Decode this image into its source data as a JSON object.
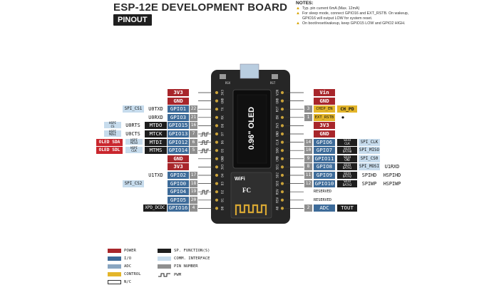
{
  "header": {
    "title": "ESP-12E DEVELOPMENT BOARD",
    "badge": "PINOUT"
  },
  "notes": {
    "heading": "NOTES:",
    "items": [
      "Typ. pin current 6mA (Max. 12mA)",
      "For sleep mode, connect GPIO16 and EXT_RSTB. On wakeup, GPIO16 will output LOW for system reset.",
      "On boot/reset/wakeup, keep GPIO15 LOW and GPIO2 HIGH."
    ]
  },
  "board": {
    "screen_text": "0.96\" OLED",
    "module_text": "WiFi",
    "fcc_text": "FC",
    "silk_left": [
      "3V3",
      "GND",
      "TX",
      "RX",
      "D8",
      "D7",
      "D6",
      "D5",
      "GND",
      "3V3",
      "D4",
      "D3",
      "D2",
      "D1",
      "D0"
    ],
    "silk_right": [
      "VIN",
      "GND",
      "RST",
      "EN",
      "3V3",
      "GND",
      "CLK",
      "SDO",
      "CMD",
      "SD1",
      "SD2",
      "SD3",
      "RSV",
      "RSV",
      "A0"
    ],
    "top_labels": [
      "RSV",
      "RST"
    ]
  },
  "left_pins": {
    "gpio": [
      "3V3",
      "GND",
      "GPIO1",
      "GPIO3",
      "GPIO15",
      "GPIO13",
      "GPIO12",
      "GPIO14",
      "GND",
      "3V3",
      "GPIO2",
      "GPIO0",
      "GPIO4",
      "GPIO5",
      "GPIO16"
    ],
    "numbers": [
      "",
      "",
      "22",
      "21",
      "16",
      "7",
      "6",
      "5",
      "",
      "",
      "17",
      "18",
      "19",
      "20",
      "4"
    ],
    "func": [
      "",
      "",
      "U0TXD",
      "U0RXD",
      "MTDO",
      "MTCK",
      "MTDI",
      "MTMS",
      "",
      "",
      "U1TXD",
      "",
      "",
      "",
      ""
    ],
    "comm": [
      "",
      "",
      "SPI_CS1",
      "",
      "",
      "",
      "",
      "",
      "",
      "",
      "",
      "SPI_CS2",
      "",
      "",
      "XPD_DCDC"
    ],
    "alt": [
      "",
      "",
      "",
      "",
      "U0RTS",
      "U0CTS",
      "",
      "",
      "",
      "",
      "",
      "",
      "",
      "",
      ""
    ],
    "hspi": [
      "",
      "",
      "",
      "",
      "HSPI CS",
      "HSPI MOSI",
      "HSPI MISO",
      "HSPI CLK",
      "",
      "",
      "",
      "",
      "",
      "",
      ""
    ],
    "oled": [
      "",
      "",
      "",
      "",
      "",
      "",
      "OLED SDA",
      "OLED SDL",
      "",
      "",
      "",
      "",
      "",
      "",
      ""
    ]
  },
  "right_pins": {
    "power": [
      "Vin",
      "GND",
      "",
      "",
      "3V3",
      "GND"
    ],
    "numbers": [
      "",
      "",
      "3",
      "1",
      "",
      "",
      "14",
      "10",
      "9",
      "8",
      "11",
      "12",
      "",
      "",
      "2"
    ],
    "control": [
      "",
      "",
      "CHIP_EN",
      "EXT_RSTB"
    ],
    "ch_pd": "CH_PD",
    "sdio": [
      "SDIO CLK",
      "SDIO DATA0",
      "SDIO CMD",
      "SDIO DATA1",
      "SDIO DATA2",
      "SDIO DATA3"
    ],
    "gpio": [
      "GPIO6",
      "GPIO7",
      "GPIO11",
      "GPIO8",
      "GPIO9",
      "GPIO10"
    ],
    "spi": [
      "SPI_CLK",
      "SPI_MISO",
      "SPI_CS0",
      "SPI_MOSI",
      "SPIHD",
      "SPIWP"
    ],
    "extra": [
      "",
      "",
      "",
      "U1RXD",
      "HSPIHD",
      "HSPIWP"
    ],
    "reserved": [
      "RESERVED",
      "RESERVED"
    ],
    "adc": "ADC",
    "tout": "TOUT"
  },
  "legend": {
    "items": [
      {
        "label": "POWER",
        "color": "#a8262b"
      },
      {
        "label": "I/O",
        "color": "#3d6b99"
      },
      {
        "label": "ADC",
        "color": "#8aa6c1"
      },
      {
        "label": "CONTROL",
        "color": "#e3b52a"
      },
      {
        "label": "N/C",
        "color": "#ffffff"
      },
      {
        "label": "SP. FUNCTION(S)",
        "color": "#1e1e1e"
      },
      {
        "label": "COMM. INTERFACE",
        "color": "#c7dced"
      },
      {
        "label": "PIN NUMBER",
        "color": "#8f8f8f"
      },
      {
        "label": "PWM",
        "color": ""
      }
    ]
  }
}
